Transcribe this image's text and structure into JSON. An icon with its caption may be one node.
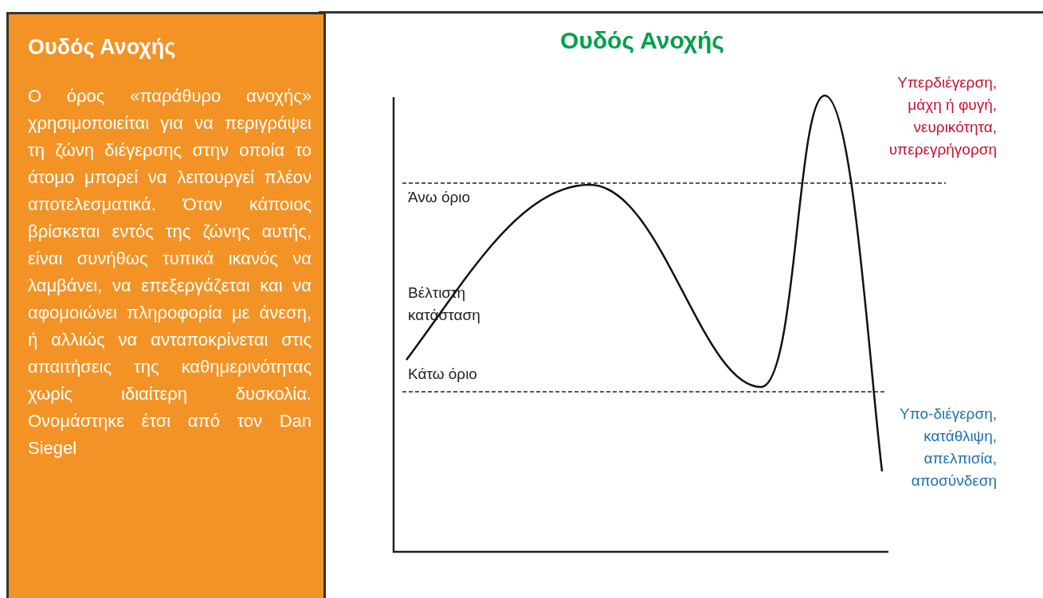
{
  "diagram": {
    "title": "Ουδός Ανοχής",
    "nodes": [
      {
        "text": [
          "Ουδός Ανοχής",
          "Ο όρος «παράθυρο ανοχής» χρησιμοποιείται για να περιγράψει τη ζώνη διέγερσης στην οποία το άτομο μπορεί να λειτουργεί πλέον αποτελεσματικά. Όταν κάποιος βρίσκεται εντός της ζώνης αυτής, είναι συνήθως τυπικά ικανός να λαμβάνει, να επεξεργάζεται και να αφομοιώνει πληροφορία με άνεση, ή αλλιώς να ανταποκρίνεται στις απαιτήσεις της καθημερινότητας χωρίς ιδιαίτερη δυσκολία. Ονομάστηκε έτσι από τον Dan Siegel"
        ]
      }
    ],
    "labels": [
      "Υπερδιέγερση, μάχη ή φυγή, νευρικότητα, υπερεγρήγορση",
      "Άνω όριο",
      "Βέλτιστη κατάσταση",
      "Κάτω όριο",
      "Υπο-διέγερση, κατάθλιψη, απελπισία, αποσύνδεση"
    ]
  }
}
